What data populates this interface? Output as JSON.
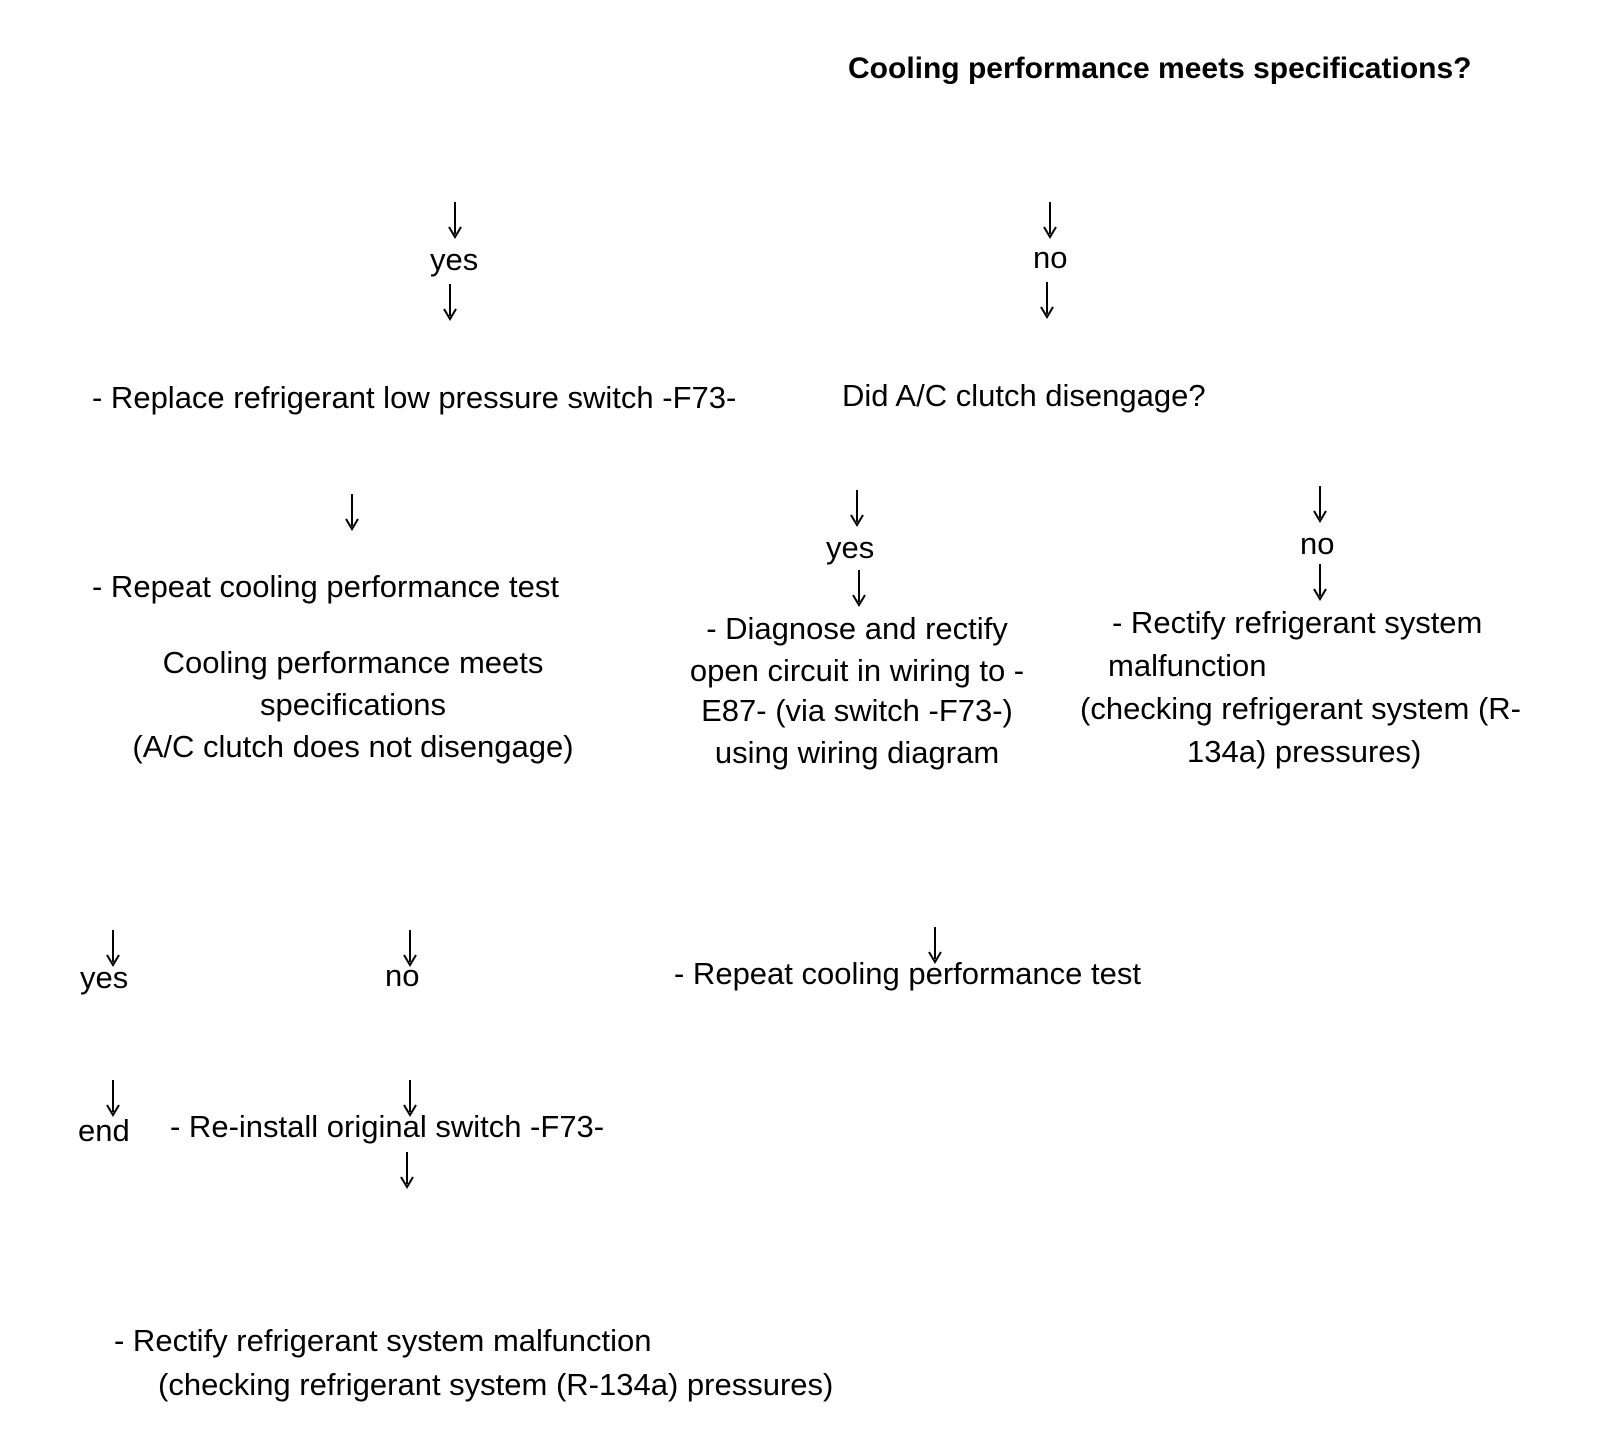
{
  "flowchart": {
    "question_main": "Cooling performance meets specifications?",
    "branch_yes": "yes",
    "branch_no": "no",
    "step_replace_switch": "- Replace refrigerant low pressure switch -F73-",
    "question_clutch": "Did A/C clutch disengage?",
    "step_repeat_test_left": "- Repeat cooling performance test",
    "result_meets_line1": "Cooling performance meets",
    "result_meets_line2": "specifications",
    "result_meets_line3": "(A/C clutch does not disengage)",
    "clutch_yes": "yes",
    "clutch_no": "no",
    "step_diagnose_line1": "- Diagnose and rectify",
    "step_diagnose_line2": "open circuit in wiring to -",
    "step_diagnose_line3": "E87- (via switch -F73-)",
    "step_diagnose_line4": "using wiring diagram",
    "step_rectify_right_line1": "- Rectify refrigerant system",
    "step_rectify_right_line2": "malfunction",
    "step_rectify_right_line3": "(checking refrigerant system (R-",
    "step_rectify_right_line4": "134a) pressures)",
    "lower_yes": "yes",
    "lower_no": "no",
    "step_repeat_test_right": "- Repeat cooling performance test",
    "end_label": "end",
    "step_reinstall": "- Re-install original switch -F73-",
    "step_rectify_bottom_line1": "- Rectify refrigerant system malfunction",
    "step_rectify_bottom_line2": "(checking refrigerant system (R-134a) pressures)"
  }
}
